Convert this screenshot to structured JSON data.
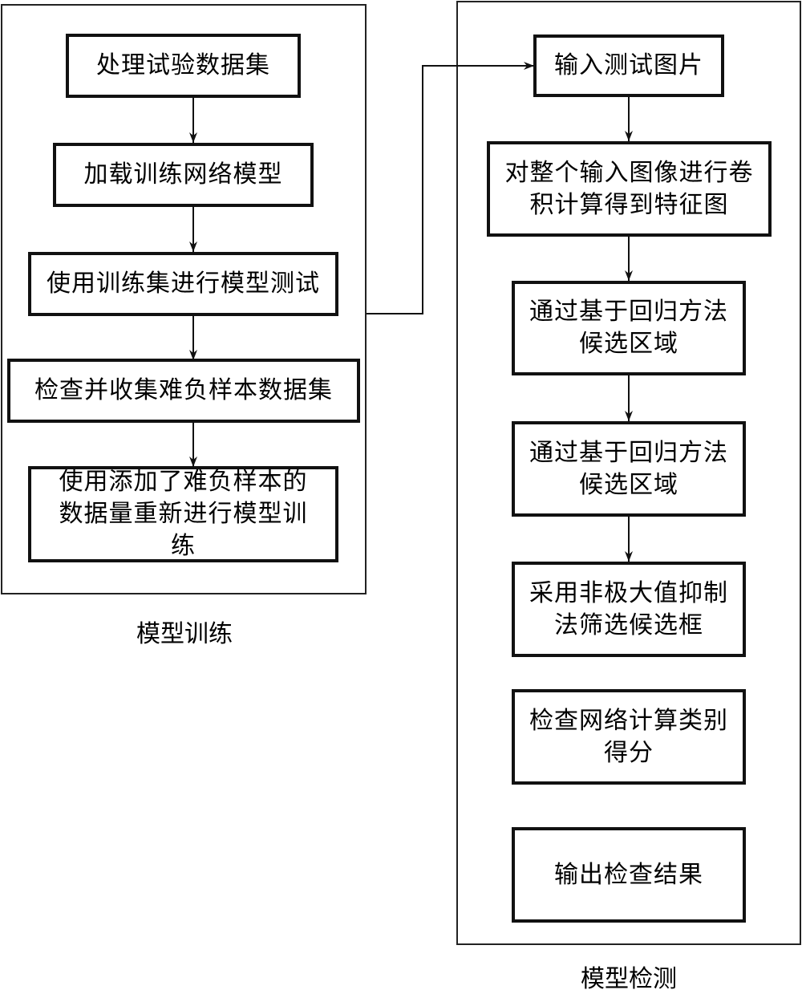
{
  "diagram": {
    "type": "flowchart",
    "panels": {
      "training": {
        "caption": "模型训练",
        "steps": [
          "处理试验数据集",
          "加载训练网络模型",
          "使用训练集进行模型测试",
          "检查并收集难负样本数据集",
          "使用添加了难负样本的数据量重新进行模型训练"
        ]
      },
      "detection": {
        "caption": "模型检测",
        "steps": [
          "输入测试图片",
          "对整个输入图像进行卷积计算得到特征图",
          "通过基于回归方法候选区域",
          "通过基于回归方法候选区域",
          "采用非极大值抑制法筛选候选框",
          "检查网络计算类别得分",
          "输出检查结果"
        ]
      }
    },
    "connections": [
      {
        "from": "training.steps.0",
        "to": "training.steps.1"
      },
      {
        "from": "training.steps.1",
        "to": "training.steps.2"
      },
      {
        "from": "training.steps.2",
        "to": "training.steps.3"
      },
      {
        "from": "training.steps.3",
        "to": "training.steps.4"
      },
      {
        "from": "training.panel",
        "to": "detection.steps.0"
      },
      {
        "from": "detection.steps.0",
        "to": "detection.steps.1"
      },
      {
        "from": "detection.steps.1",
        "to": "detection.steps.2"
      },
      {
        "from": "detection.steps.2",
        "to": "detection.steps.3"
      },
      {
        "from": "detection.steps.3",
        "to": "detection.steps.4"
      }
    ]
  }
}
